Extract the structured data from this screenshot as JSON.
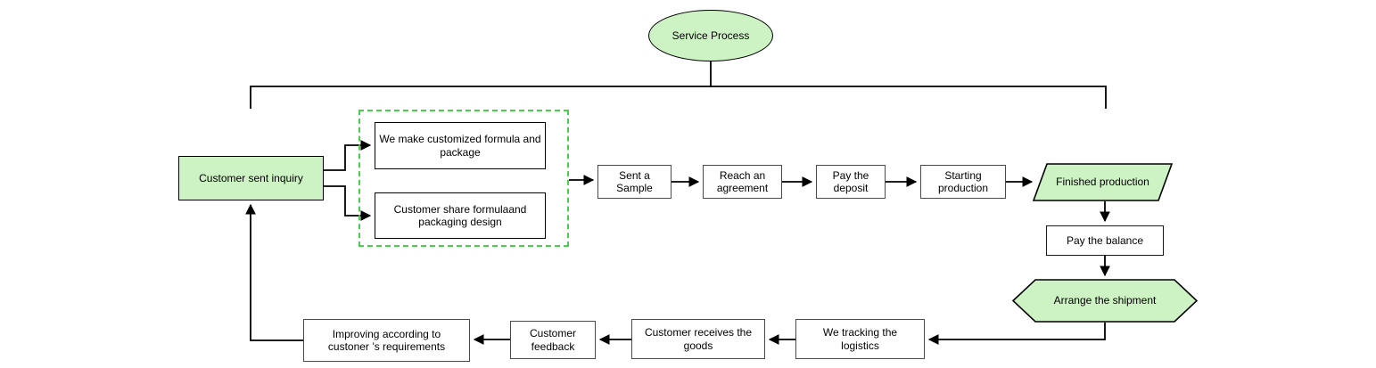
{
  "diagram": {
    "title": "Service Process",
    "colors": {
      "node_fill_green": "#cdf2c3",
      "dashed_border_green": "#4ccc4c",
      "connector_black": "#000000",
      "box_border_gray": "#4a4a4a"
    },
    "nodes": {
      "service_process": "Service Process",
      "customer_sent_inquiry": "Customer sent inquiry",
      "we_make_customized": "We make customized formula and package",
      "customer_share_formula": "Customer share formulaand packaging design",
      "sent_a_sample": "Sent a Sample",
      "reach_an_agreement": "Reach an agreement",
      "pay_the_deposit": "Pay the deposit",
      "starting_production": "Starting production",
      "finished_production": "Finished production",
      "pay_the_balance": "Pay the balance",
      "arrange_the_shipment": "Arrange the shipment",
      "we_tracking_logistics": "We tracking the logistics",
      "customer_receives_goods": "Customer receives the goods",
      "customer_feedback": "Customer feedback",
      "improving_requirements": "Improving according to custoner ’s requirements"
    }
  }
}
